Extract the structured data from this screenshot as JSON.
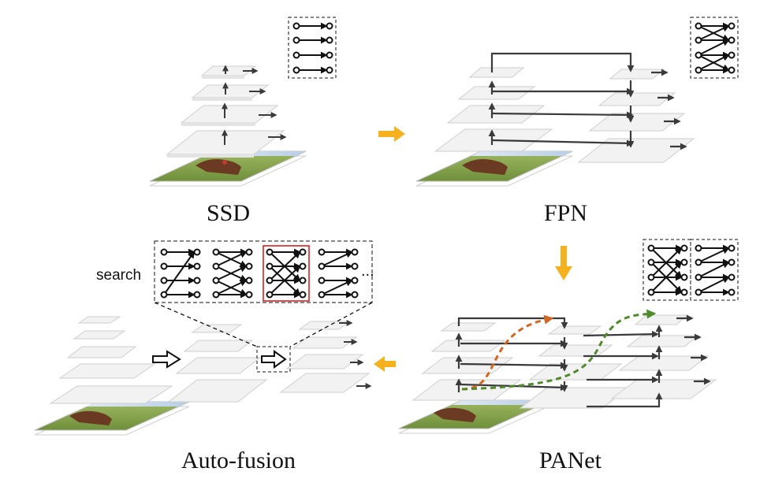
{
  "labels": {
    "ssd": "SSD",
    "fpn": "FPN",
    "panet": "PANet",
    "auto_fusion": "Auto-fusion",
    "search": "search",
    "ellipsis": "..."
  },
  "colors": {
    "flow_arrow": "#f5b21e",
    "layer_fill": "#f1f1f1",
    "layer_stroke": "#cfcfcf",
    "arrow": "#3a3a3a",
    "selected_box": "#e02020",
    "panet_orange_path": "#d4671f",
    "panet_green_path": "#4f8a2b"
  }
}
